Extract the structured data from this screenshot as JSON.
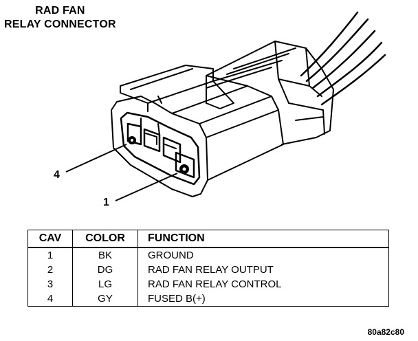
{
  "title": {
    "line1": "RAD FAN",
    "line2": "RELAY CONNECTOR"
  },
  "callouts": {
    "pin4": "4",
    "pin1": "1"
  },
  "table": {
    "headers": {
      "cav": "CAV",
      "color": "COLOR",
      "function": "FUNCTION"
    },
    "rows": [
      {
        "cav": "1",
        "color": "BK",
        "function": "GROUND"
      },
      {
        "cav": "2",
        "color": "DG",
        "function": "RAD FAN RELAY OUTPUT"
      },
      {
        "cav": "3",
        "color": "LG",
        "function": "RAD FAN RELAY CONTROL"
      },
      {
        "cav": "4",
        "color": "GY",
        "function": "FUSED B(+)"
      }
    ]
  },
  "figure_code": "80a82c80"
}
